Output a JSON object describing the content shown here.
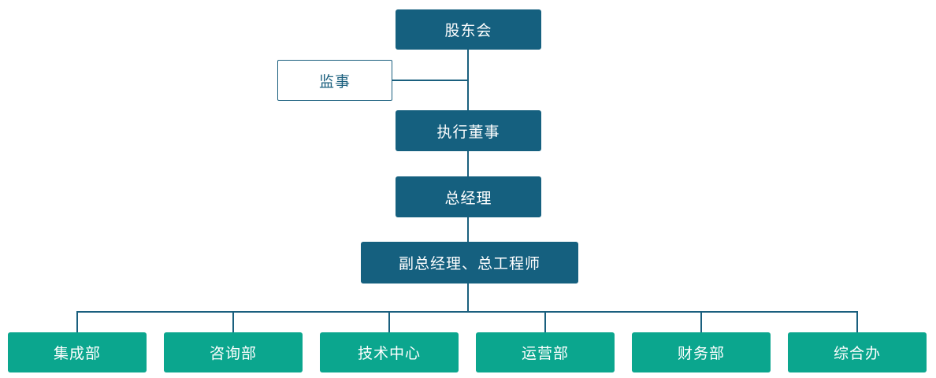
{
  "diagram_type": "org-chart",
  "nodes": {
    "shareholders": {
      "label": "股东会"
    },
    "supervisor": {
      "label": "监事"
    },
    "executive_director": {
      "label": "执行董事"
    },
    "general_manager": {
      "label": "总经理"
    },
    "deputy_gm_chief_engineer": {
      "label": "副总经理、总工程师"
    }
  },
  "departments": [
    {
      "label": "集成部"
    },
    {
      "label": "咨询部"
    },
    {
      "label": "技术中心"
    },
    {
      "label": "运营部"
    },
    {
      "label": "财务部"
    },
    {
      "label": "综合办"
    }
  ],
  "colors": {
    "primary_box_bg": "#15607f",
    "primary_box_text": "#ffffff",
    "department_box_bg": "#0ba68e",
    "department_box_text": "#ffffff",
    "outline_box_bg": "#ffffff",
    "outline_box_border": "#1a5f7e",
    "outline_box_text": "#1a5f7e",
    "connector": "#1a5f7e",
    "background": "#ffffff"
  }
}
